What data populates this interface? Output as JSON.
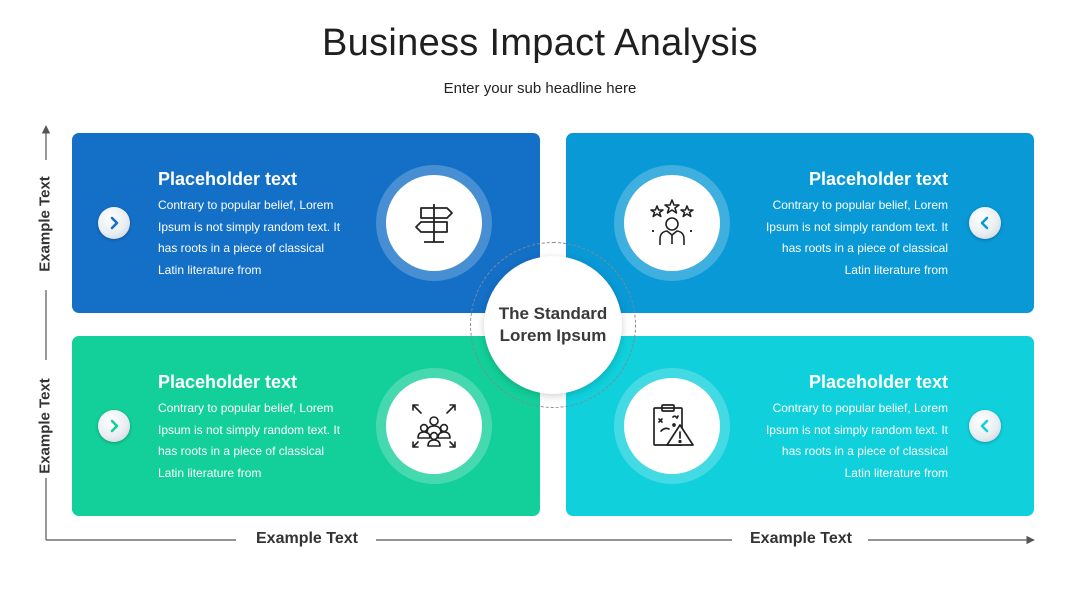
{
  "header": {
    "title": "Business Impact Analysis",
    "subtitle": "Enter your sub headline here"
  },
  "center": {
    "label": "The Standard Lorem Ipsum"
  },
  "axes": {
    "y_labels": [
      "Example Text",
      "Example Text"
    ],
    "x_labels": [
      "Example Text",
      "Example Text"
    ]
  },
  "quadrants": [
    {
      "title": "Placeholder text",
      "body": "Contrary to popular belief, Lorem Ipsum is not simply random text. It has roots in a piece of classical Latin literature from",
      "icon": "signpost-icon",
      "color": "#146fc7"
    },
    {
      "title": "Placeholder text",
      "body": "Contrary to popular belief, Lorem Ipsum is not simply random text. It has roots in a piece of classical Latin literature from",
      "icon": "star-person-icon",
      "color": "#0899d6"
    },
    {
      "title": "Placeholder text",
      "body": "Contrary to popular belief, Lorem Ipsum is not simply random text. It has roots in a piece of classical Latin literature from",
      "icon": "group-expand-icon",
      "color": "#13cf99"
    },
    {
      "title": "Placeholder text",
      "body": "Contrary to popular belief, Lorem Ipsum is not simply random text. It has roots in a piece of classical Latin literature from",
      "icon": "clipboard-warning-icon",
      "color": "#0fd0db"
    }
  ]
}
